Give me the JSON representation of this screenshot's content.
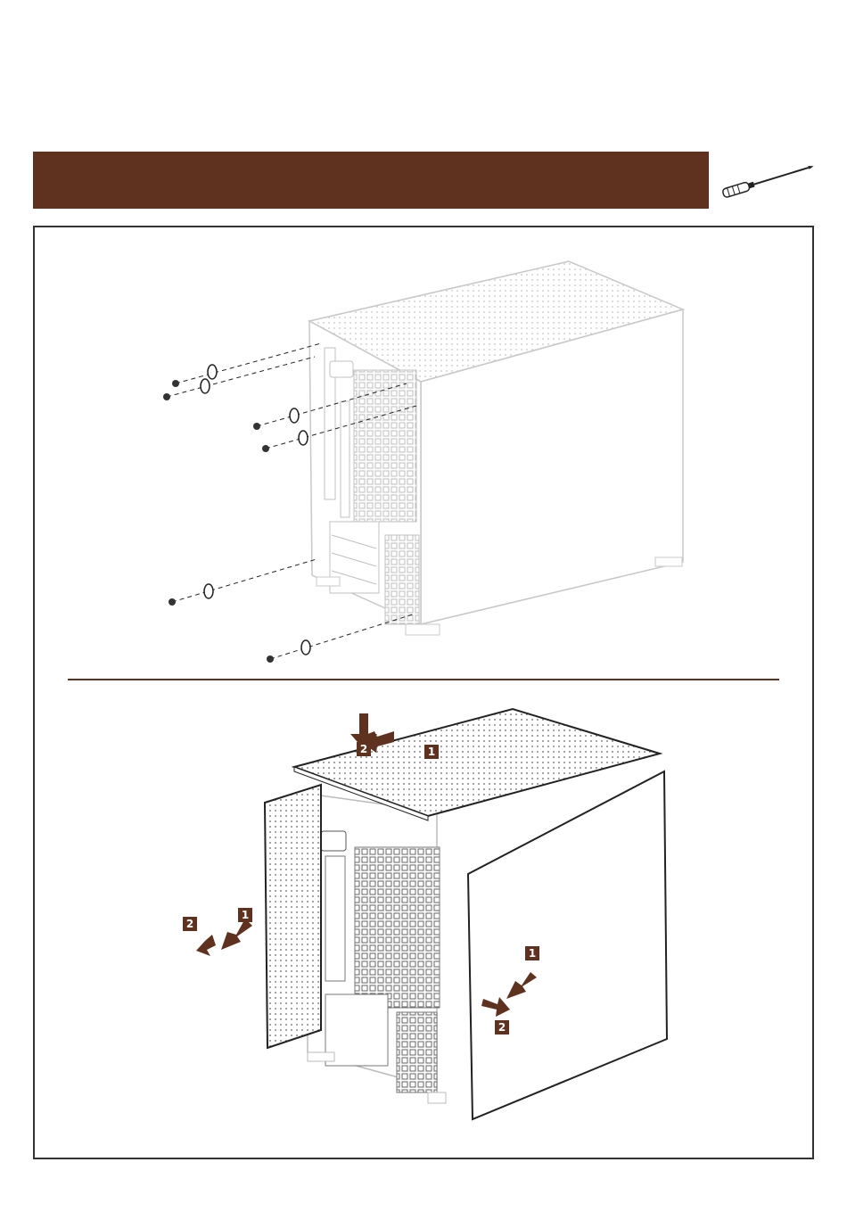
{
  "header": {
    "accent_color": "#5e321f"
  },
  "tool": {
    "icon": "screwdriver-icon"
  },
  "step_a": {
    "illustration": "pc-case-rear-with-thumbscrews",
    "screw_count": 6
  },
  "step_b": {
    "illustration": "pc-case-panels-removed",
    "badges": {
      "top_1": "1",
      "top_2": "2",
      "left_1": "1",
      "left_2": "2",
      "right_1": "1",
      "right_2": "2"
    }
  }
}
